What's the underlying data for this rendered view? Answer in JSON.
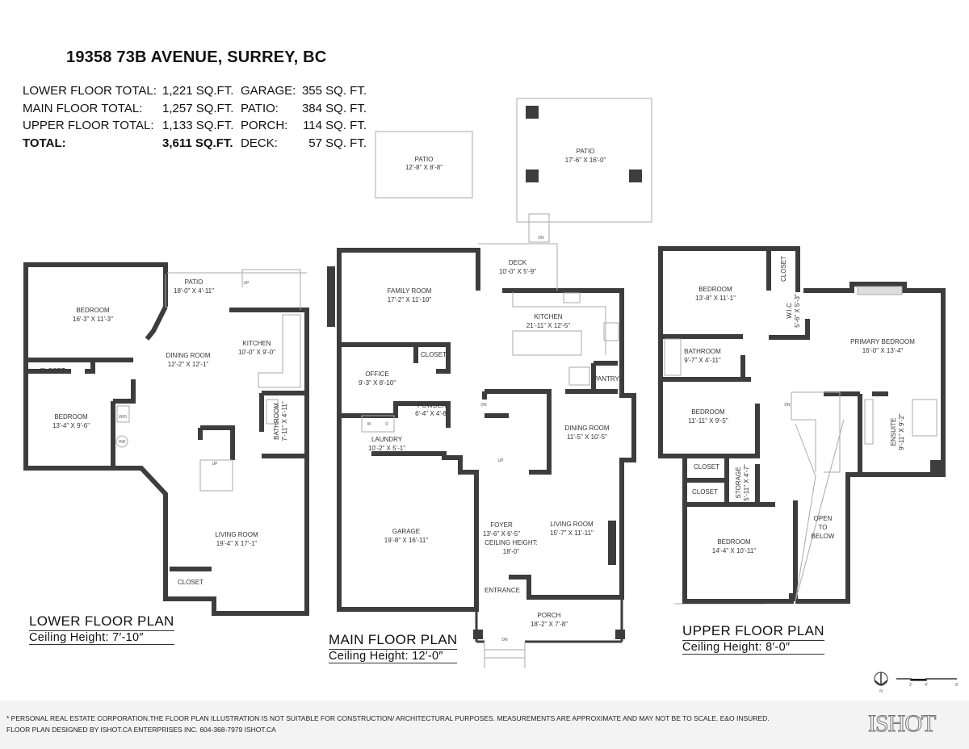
{
  "header": {
    "address": "19358 73B AVENUE, SURREY, BC",
    "areas": [
      {
        "label": "LOWER FLOOR TOTAL:",
        "value": "1,221 SQ.FT.",
        "label2": "GARAGE:",
        "value2": "355 SQ. FT."
      },
      {
        "label": "MAIN FLOOR TOTAL:",
        "value": "1,257 SQ.FT.",
        "label2": "PATIO:",
        "value2": "384 SQ. FT."
      },
      {
        "label": "UPPER FLOOR TOTAL:",
        "value": "1,133 SQ.FT.",
        "label2": "PORCH:",
        "value2": "114 SQ. FT."
      },
      {
        "label": "TOTAL:",
        "value": "3,611 SQ.FT.",
        "label2": "DECK:",
        "value2": "57 SQ. FT."
      }
    ]
  },
  "floors": {
    "lower": {
      "title": "LOWER FLOOR PLAN",
      "ceiling": "Ceiling Height: 7′-10″",
      "rooms": [
        {
          "name": "PATIO",
          "size": "18'-0\" X 4'-11\""
        },
        {
          "name": "BEDROOM",
          "size": "16'-3\" X 11'-3\""
        },
        {
          "name": "DINING ROOM",
          "size": "12'-2\" X 12'-1\""
        },
        {
          "name": "KITCHEN",
          "size": "10'-0\" X 9'-0\""
        },
        {
          "name": "CLOSET"
        },
        {
          "name": "BEDROOM",
          "size": "13'-4\" X 9'-6\""
        },
        {
          "name": "BATHROOM",
          "size": "7'-11\" X 4'-11\""
        },
        {
          "name": "LIVING ROOM",
          "size": "19'-4\" X 17'-1\""
        },
        {
          "name": "CLOSET"
        }
      ],
      "fixtures": {
        "washer_dryer": "W/D",
        "hot_water": "HW",
        "stairs_up": "UP",
        "patio_up": "UP"
      }
    },
    "main": {
      "title": "MAIN FLOOR PLAN",
      "ceiling": "Ceiling Height: 12′-0″",
      "rooms": [
        {
          "name": "FAMILY ROOM",
          "size": "17'-2\" X 11'-10\""
        },
        {
          "name": "DECK",
          "size": "10'-0\" X 5'-9\""
        },
        {
          "name": "KITCHEN",
          "size": "21'-11\" X 12'-5\""
        },
        {
          "name": "CLOSET"
        },
        {
          "name": "OFFICE",
          "size": "9'-3\" X 8'-10\""
        },
        {
          "name": "PANTRY"
        },
        {
          "name": "POWDER",
          "size": "6'-4\" X 4'-8\""
        },
        {
          "name": "LAUNDRY",
          "size": "10'-2\" X 5'-1\""
        },
        {
          "name": "DINING ROOM",
          "size": "11'-5\" X 10'-5\""
        },
        {
          "name": "GARAGE",
          "size": "19'-8\" X 16'-11\""
        },
        {
          "name": "FOYER",
          "size": "13'-6\" X 6'-5\"",
          "note": "CEILING HEIGHT:",
          "note2": "18'-0\""
        },
        {
          "name": "LIVING ROOM",
          "size": "15'-7\" X 11'-11\""
        },
        {
          "name": "ENTRANCE"
        },
        {
          "name": "PORCH",
          "size": "18'-2\" X 7'-8\""
        },
        {
          "name": "PATIO",
          "size": "12'-8\" X 8'-8\""
        },
        {
          "name": "PATIO",
          "size": "17'-6\" X 16'-0\""
        }
      ],
      "fixtures": {
        "washer": "W",
        "dryer": "D",
        "stairs_dn": "DN",
        "stairs_up": "UP",
        "porch_dn": "DN",
        "deck_dn": "DN"
      }
    },
    "upper": {
      "title": "UPPER FLOOR PLAN",
      "ceiling": "Ceiling Height: 8′-0″",
      "rooms": [
        {
          "name": "BEDROOM",
          "size": "13'-8\" X 11'-1\""
        },
        {
          "name": "CLOSET"
        },
        {
          "name": "W.I.C",
          "size": "5'-6\" X 5'-3\""
        },
        {
          "name": "PRIMARY BEDROOM",
          "size": "16'-0\" X 13'-4\""
        },
        {
          "name": "BATHROOM",
          "size": "9'-7\" X 4'-11\""
        },
        {
          "name": "BEDROOM",
          "size": "11'-11\" X 9'-5\""
        },
        {
          "name": "ENSUITE",
          "size": "9'-11\" X 9'-2\""
        },
        {
          "name": "CLOSET"
        },
        {
          "name": "CLOSET"
        },
        {
          "name": "STORAGE",
          "size": "5'-11\" X 4'-7\""
        },
        {
          "name": "OPEN",
          "line2": "TO",
          "line3": "BELOW"
        },
        {
          "name": "BEDROOM",
          "size": "14'-4\" X 10'-11\""
        }
      ],
      "fixtures": {
        "stairs_dn": "DN"
      }
    }
  },
  "legend": {
    "north": "N",
    "scale_ticks": [
      "2'",
      "4'",
      "8'"
    ],
    "north_icon": "north-arrow-icon"
  },
  "footer": {
    "disclaimer": "* PERSONAL REAL ESTATE CORPORATION.THE FLOOR PLAN ILLUSTRATION IS NOT SUITABLE FOR CONSTRUCTION/ ARCHITECTURAL PURPOSES. MEASUREMENTS ARE APPROXIMATE AND MAY NOT BE TO SCALE. E&O INSURED.",
    "credit": "FLOOR PLAN DESIGNED BY ISHOT.CA ENTERPRISES INC. 604-368-7979  ISHOT.CA",
    "logo": "ISHOT"
  },
  "colors": {
    "wall": "#3d3d3d",
    "fixture": "#bdbdbd",
    "footer_bg": "#f3f3f3"
  }
}
